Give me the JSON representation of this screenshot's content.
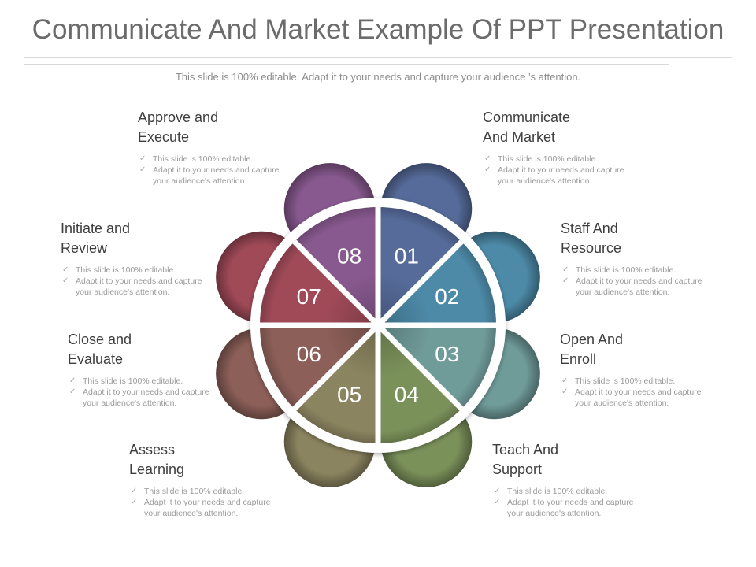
{
  "title": "Communicate And Market Example Of PPT Presentation",
  "subtitle": "This slide is 100% editable. Adapt it to your needs and capture your  audience ’s attention.",
  "check_icon": "check-icon",
  "segments": [
    {
      "number": "01",
      "color": "#566b9a"
    },
    {
      "number": "02",
      "color": "#4d8aa8"
    },
    {
      "number": "03",
      "color": "#6f9b99"
    },
    {
      "number": "04",
      "color": "#7b915a"
    },
    {
      "number": "05",
      "color": "#8b8460"
    },
    {
      "number": "06",
      "color": "#8c5f58"
    },
    {
      "number": "07",
      "color": "#a04a58"
    },
    {
      "number": "08",
      "color": "#88598f"
    }
  ],
  "blocks": [
    {
      "heading": "Approve and\nExecute",
      "bullets": [
        "This slide is 100% editable.",
        "Adapt it to your needs and capture your audience's attention."
      ]
    },
    {
      "heading": "Communicate\nAnd Market",
      "bullets": [
        "This slide is 100% editable.",
        "Adapt it to your needs and capture your audience's attention."
      ]
    },
    {
      "heading": "Initiate and\nReview",
      "bullets": [
        "This slide is 100% editable.",
        "Adapt it to your needs and capture your audience's attention."
      ]
    },
    {
      "heading": "Staff And\nResource",
      "bullets": [
        "This slide is 100% editable.",
        "Adapt it to your needs and capture your audience's attention."
      ]
    },
    {
      "heading": "Close and\nEvaluate",
      "bullets": [
        "This slide is 100% editable.",
        "Adapt it to your needs and capture your audience's attention."
      ]
    },
    {
      "heading": "Open And\nEnroll",
      "bullets": [
        "This slide is 100% editable.",
        "Adapt it to your needs and capture your audience's attention."
      ]
    },
    {
      "heading": "Assess\nLearning",
      "bullets": [
        "This slide is 100% editable.",
        "Adapt it to your needs and capture your audience's attention."
      ]
    },
    {
      "heading": "Teach And\nSupport",
      "bullets": [
        "This slide is 100% editable.",
        "Adapt it to your needs and capture your audience's attention."
      ]
    }
  ]
}
